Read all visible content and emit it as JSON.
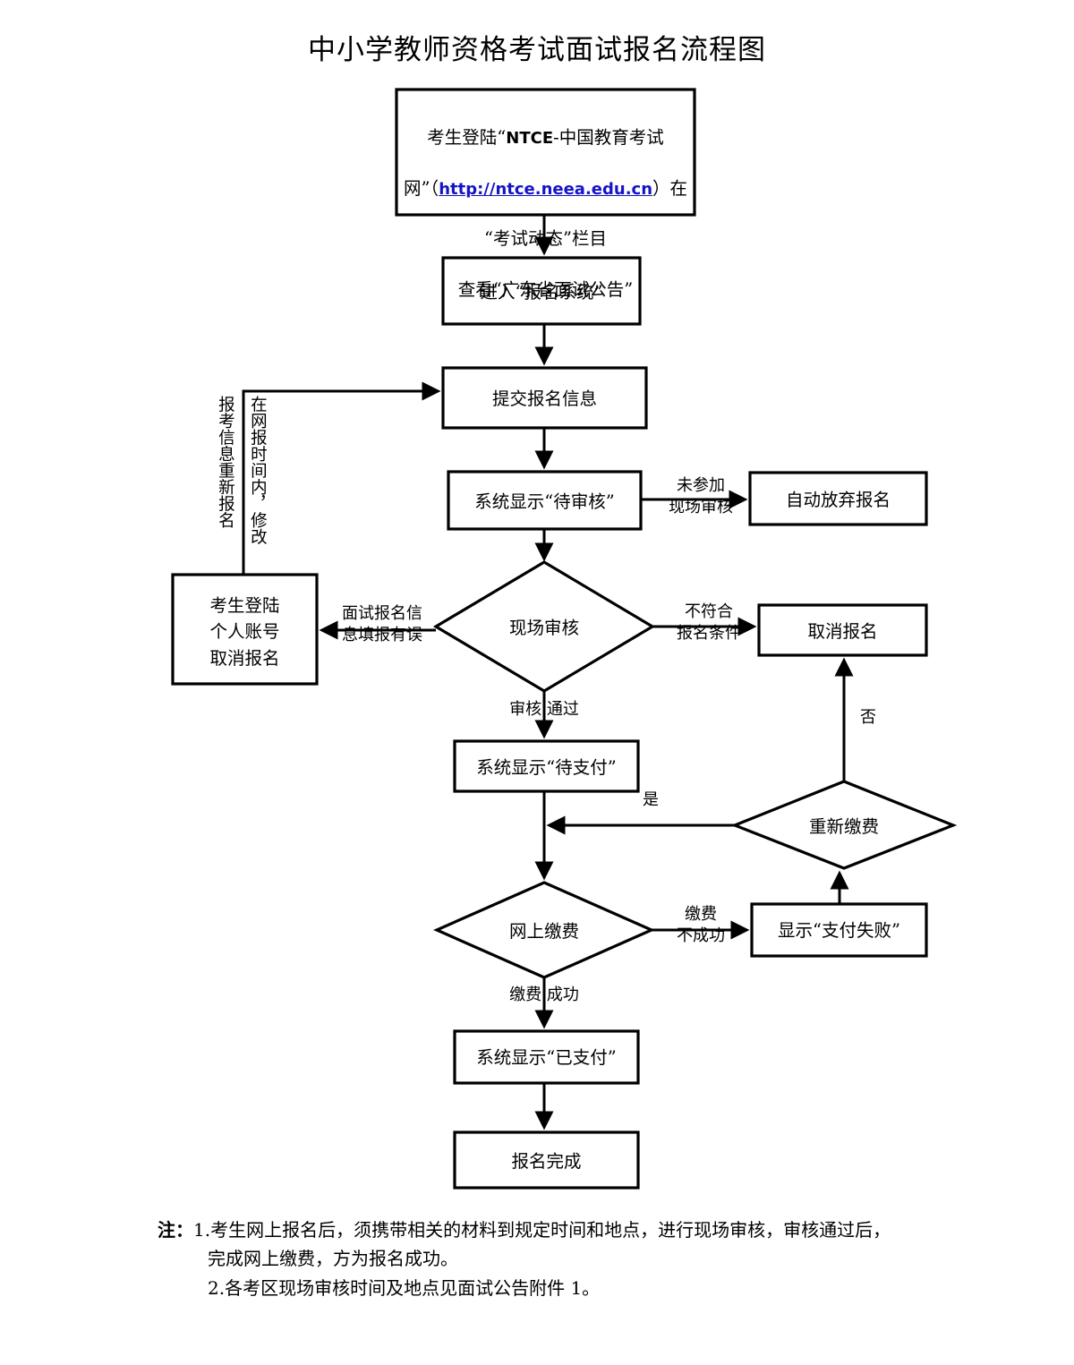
{
  "document": {
    "title": "中小学教师资格考试面试报名流程图",
    "type": "flowchart"
  },
  "nodes": [
    {
      "id": "start",
      "shape": "box",
      "lines": [
        "考生登陆“NTCE-中国教育考试",
        "网”（http://ntce.neea.edu.cn）在",
        "“考试动态”栏目",
        "查看“广东省面试公告”"
      ],
      "link": "http://ntce.neea.edu.cn"
    },
    {
      "id": "enter_system",
      "shape": "box",
      "label": "进入“报名系统”"
    },
    {
      "id": "submit_info",
      "shape": "box",
      "label": "提交报名信息"
    },
    {
      "id": "pending_review",
      "shape": "box",
      "label": "系统显示“待审核”"
    },
    {
      "id": "auto_abandon",
      "shape": "box",
      "label": "自动放弃报名"
    },
    {
      "id": "onsite_review",
      "shape": "diamond",
      "label": "现场审核"
    },
    {
      "id": "cancel_registration",
      "shape": "box",
      "label": "取消报名"
    },
    {
      "id": "login_cancel",
      "shape": "box",
      "label": "考生登陆\n个人账号\n取消报名"
    },
    {
      "id": "pending_payment",
      "shape": "box",
      "label": "系统显示“待支付”"
    },
    {
      "id": "repay",
      "shape": "diamond",
      "label": "重新缴费"
    },
    {
      "id": "online_payment",
      "shape": "diamond",
      "label": "网上缴费"
    },
    {
      "id": "payment_failed",
      "shape": "box",
      "label": "显示“支付失败”"
    },
    {
      "id": "paid",
      "shape": "box",
      "label": "系统显示“已支付”"
    },
    {
      "id": "registration_done",
      "shape": "box",
      "label": "报名完成"
    }
  ],
  "edges": [
    {
      "from": "start",
      "to": "enter_system",
      "label": ""
    },
    {
      "from": "enter_system",
      "to": "submit_info",
      "label": ""
    },
    {
      "from": "submit_info",
      "to": "pending_review",
      "label": ""
    },
    {
      "from": "pending_review",
      "to": "auto_abandon",
      "label": "未参加\n现场审核"
    },
    {
      "from": "pending_review",
      "to": "onsite_review",
      "label": ""
    },
    {
      "from": "onsite_review",
      "to": "cancel_registration",
      "label": "不符合\n报名条件"
    },
    {
      "from": "onsite_review",
      "to": "login_cancel",
      "label": "面试报名信\n息填报有误"
    },
    {
      "from": "onsite_review",
      "to": "pending_payment",
      "label": "审核 通过"
    },
    {
      "from": "login_cancel",
      "to": "submit_info",
      "label_a": "报考信息重新报名",
      "label_b": "在网报时间内，修改"
    },
    {
      "from": "pending_payment",
      "to": "online_payment",
      "label": ""
    },
    {
      "from": "online_payment",
      "to": "payment_failed",
      "label": "缴费\n不成功"
    },
    {
      "from": "online_payment",
      "to": "paid",
      "label": "缴费 成功"
    },
    {
      "from": "payment_failed",
      "to": "repay",
      "label": ""
    },
    {
      "from": "repay",
      "to": "pending_payment",
      "label": "是"
    },
    {
      "from": "repay",
      "to": "cancel_registration",
      "label": "否"
    },
    {
      "from": "paid",
      "to": "registration_done",
      "label": ""
    }
  ],
  "edge_labels": {
    "not_attended": "未参加\n现场审核",
    "not_qualified": "不符合\n报名条件",
    "info_error": "面试报名信\n息填报有误",
    "review_passed": "审核 通过",
    "payment_failed": "缴费\n不成功",
    "payment_success": "缴费 成功",
    "yes": "是",
    "no": "否",
    "reapply_vertical": "报考信息重新报名",
    "modify_vertical": "在网报时间内，修改"
  },
  "notes": {
    "label": "注：",
    "items": [
      "1.考生网上报名后，须携带相关的材料到规定时间和地点，进行现场审核，审核通过后，",
      "完成网上缴费，方为报名成功。",
      "2.各考区现场审核时间及地点见面试公告附件 1。"
    ]
  },
  "colors": {
    "stroke": "#000000",
    "fill": "#ffffff",
    "link": "#1414c8",
    "text": "#000000"
  }
}
